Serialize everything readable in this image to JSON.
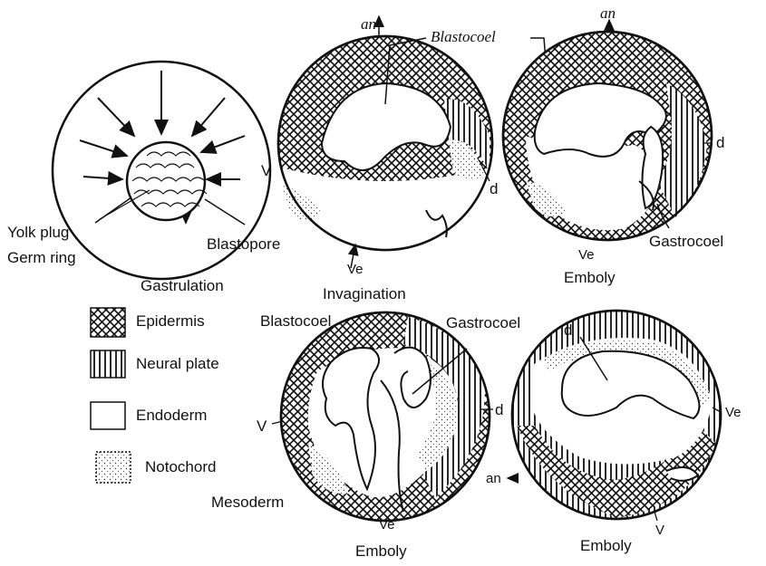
{
  "figure": {
    "panels": {
      "surface_view": {
        "caption": "Gastrulation",
        "labels": {
          "yolk_plug": "Yolk plug",
          "germ_ring": "Germ ring",
          "blastopore": "Blastopore",
          "v": "V"
        }
      },
      "invagination": {
        "caption": "Invagination",
        "labels": {
          "an": "an",
          "blastocoel": "Blastocoel",
          "d": "d",
          "ve": "Ve"
        }
      },
      "emboly_1": {
        "caption": "Emboly",
        "labels": {
          "an": "an",
          "d": "d",
          "ve": "Ve",
          "gastrocoel": "Gastrocoel"
        }
      },
      "emboly_2": {
        "caption": "Emboly",
        "labels": {
          "gastrocoel": "Gastrocoel",
          "d": "d",
          "v": "V",
          "ve": "Ve",
          "mesoderm": "Mesoderm"
        }
      },
      "emboly_3": {
        "caption": "Emboly",
        "labels": {
          "d": "d",
          "ve": "Ve",
          "an": "an",
          "v": "V"
        }
      }
    },
    "legend": [
      {
        "label": "Epidermis",
        "pattern": "crosshatch"
      },
      {
        "label": "Neural plate",
        "pattern": "vertical-lines"
      },
      {
        "label": "Endoderm",
        "pattern": "blank"
      },
      {
        "label": "Notochord",
        "pattern": "stipple"
      }
    ],
    "legend_extra": "Blastocoel"
  }
}
